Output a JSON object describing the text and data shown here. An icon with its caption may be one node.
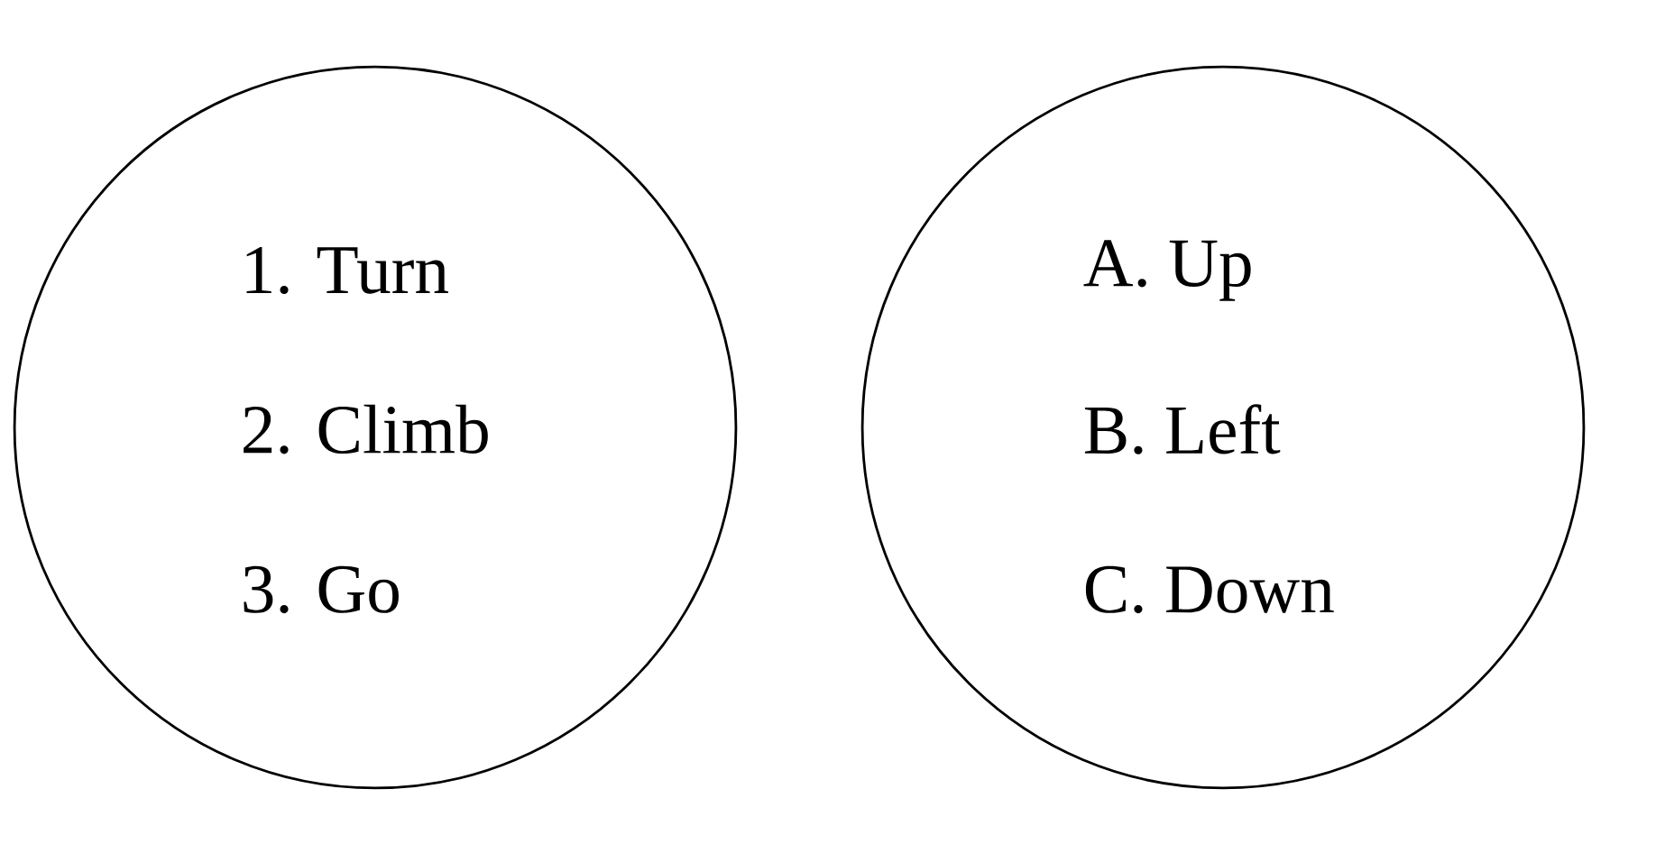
{
  "diagram": {
    "nodes": [
      {
        "text": [
          "1.  Turn",
          "2.  Climb",
          "3.  Go"
        ]
      },
      {
        "text": [
          "A.  Up",
          "B.  Left",
          "C.  Down"
        ]
      }
    ]
  }
}
